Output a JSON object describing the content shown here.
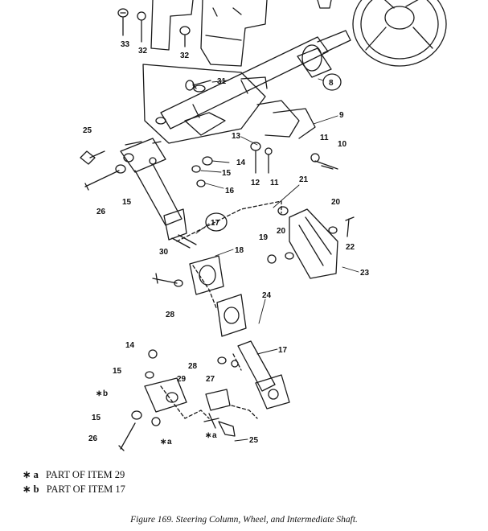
{
  "callouts": [
    "33",
    "32",
    "32",
    "31",
    "8",
    "9",
    "25",
    "13",
    "14",
    "15",
    "11",
    "10",
    "12",
    "11",
    "16",
    "26",
    "15",
    "21",
    "17",
    "20",
    "18",
    "19",
    "20",
    "22",
    "23",
    "30",
    "28",
    "24",
    "14",
    "28",
    "17",
    "15",
    "29",
    "27",
    "b",
    "15",
    "25",
    "26",
    "a",
    "a"
  ],
  "notes": [
    {
      "mark": "∗ a",
      "text": "PART OF ITEM  29"
    },
    {
      "mark": "∗ b",
      "text": "PART OF ITEM  17"
    }
  ],
  "caption": "Figure 169.  Steering Column, Wheel, and Intermediate Shaft."
}
